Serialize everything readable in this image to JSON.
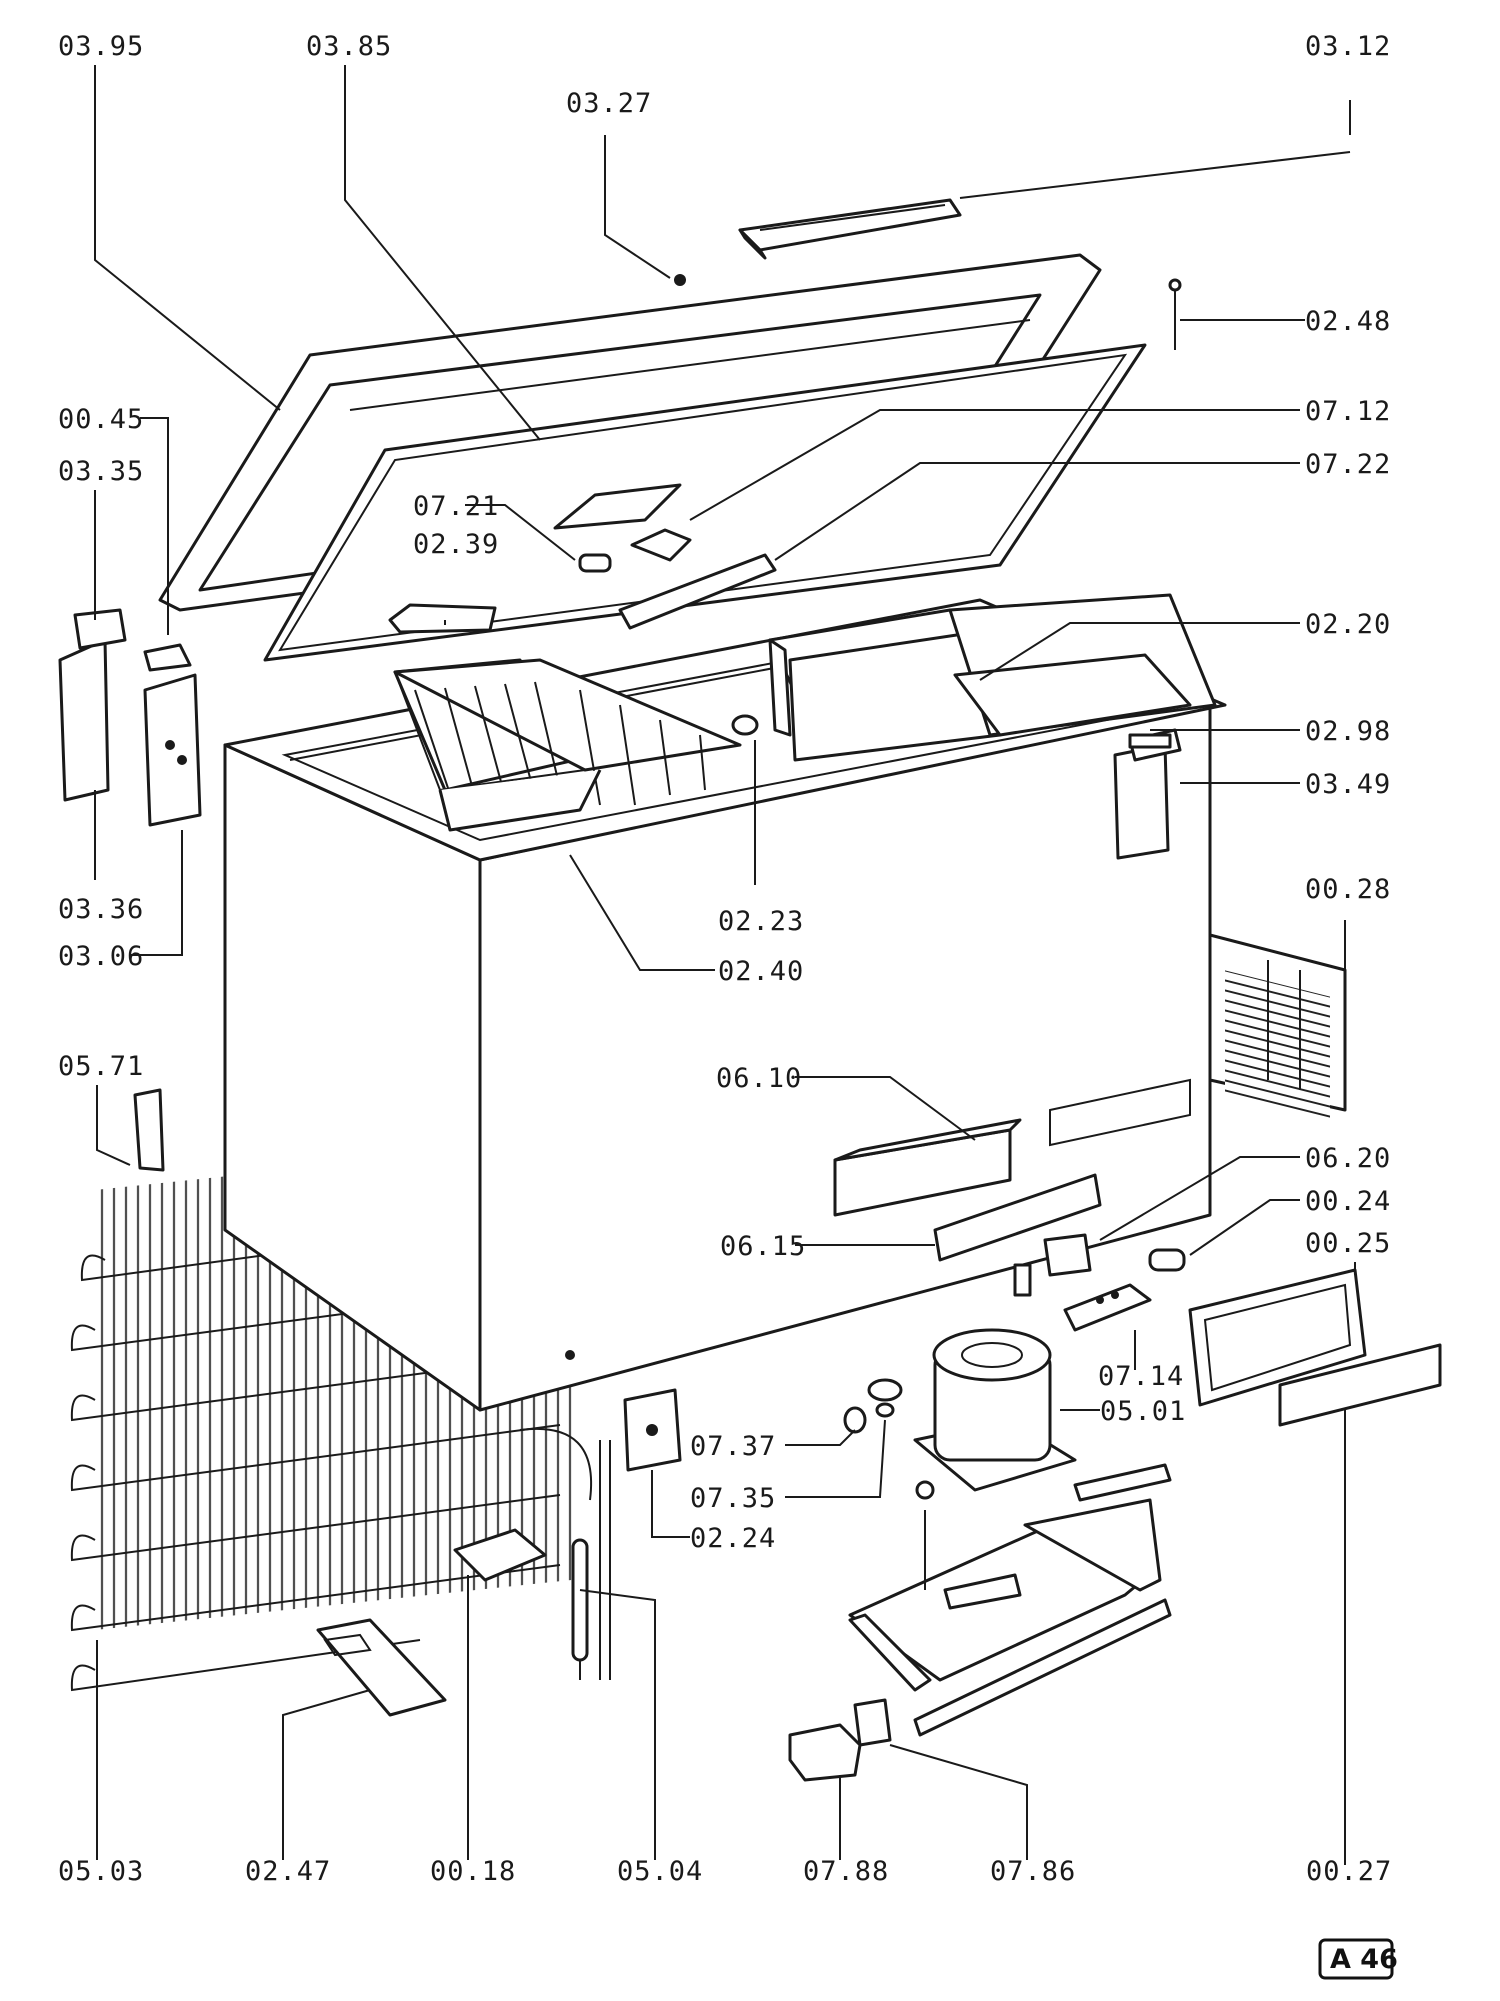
{
  "sheet_code": "A 46",
  "labels": {
    "l0395": "03.95",
    "l0385": "03.85",
    "l0327": "03.27",
    "l0312": "03.12",
    "l0248": "02.48",
    "l0045": "00.45",
    "l0335": "03.35",
    "l0712": "07.12",
    "l0722": "07.22",
    "l0721": "07.21",
    "l0239": "02.39",
    "l0220": "02.20",
    "l0298": "02.98",
    "l0349": "03.49",
    "l0336": "03.36",
    "l0306": "03.06",
    "l0223": "02.23",
    "l0240": "02.40",
    "l0028": "00.28",
    "l0571": "05.71",
    "l0610": "06.10",
    "l0620": "06.20",
    "l0024": "00.24",
    "l0025": "00.25",
    "l0615": "06.15",
    "l0714": "07.14",
    "l0501": "05.01",
    "l0737": "07.37",
    "l0735": "07.35",
    "l0224": "02.24",
    "l0503": "05.03",
    "l0247": "02.47",
    "l0018": "00.18",
    "l0504": "05.04",
    "l0788": "07.88",
    "l0786": "07.86",
    "l0027": "00.27"
  }
}
